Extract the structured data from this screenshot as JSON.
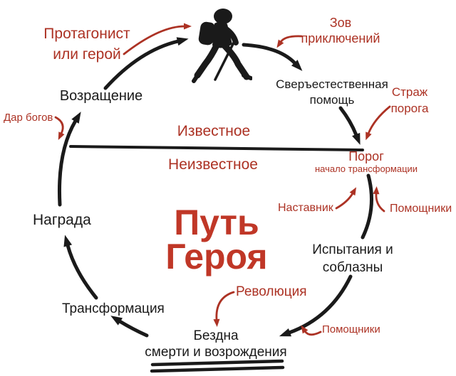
{
  "colors": {
    "red": "#ac3224",
    "title_red": "#c03727",
    "ink": "#1a1a1a",
    "background": "#ffffff"
  },
  "title": {
    "line1": "Путь",
    "line2": "Героя"
  },
  "divider": {
    "above_label": "Известное",
    "below_label": "Неизвестное"
  },
  "stages": {
    "return": "Возращение",
    "supernatural_line1": "Сверъестественная",
    "supernatural_line2": "помощь",
    "threshold": "Порог",
    "threshold_sub": "начало трансформации",
    "trials_line1": "Испытания и",
    "trials_line2": "соблазны",
    "abyss_line1": "Бездна",
    "abyss_line2": "смерти и возрождения",
    "transformation": "Трансформация",
    "reward": "Награда"
  },
  "annotations": {
    "protagonist_line1": "Протагонист",
    "protagonist_line2": "или герой",
    "call_line1": "Зов",
    "call_line2": "приключений",
    "guardian_line1": "Страж",
    "guardian_line2": "порога",
    "gift_of_gods": "Дар богов",
    "mentor": "Наставник",
    "helpers_right": "Помощники",
    "helpers_bottom": "Помощники",
    "revolution": "Революция"
  },
  "icons": {
    "hiker": "hiker-icon"
  }
}
